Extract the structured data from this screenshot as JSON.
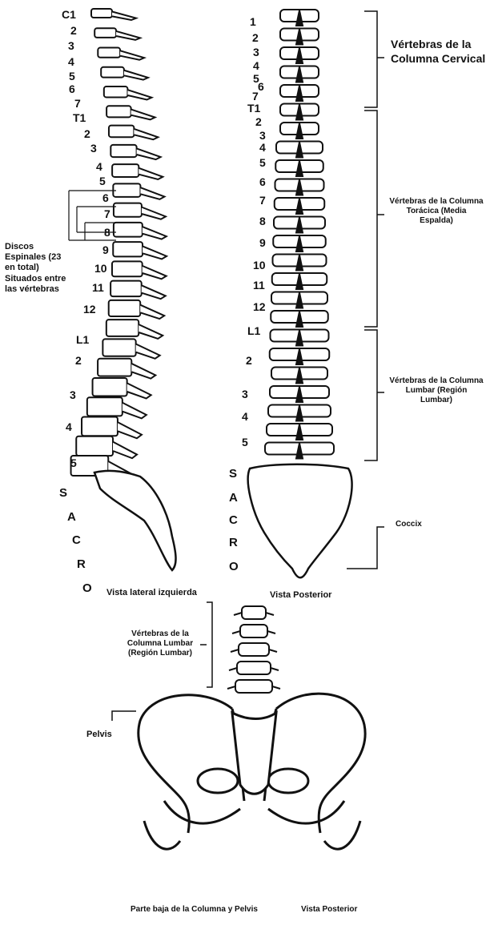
{
  "lateral": {
    "cervical_numbers": [
      "C1",
      "2",
      "3",
      "4",
      "5",
      "6",
      "7"
    ],
    "thoracic_numbers": [
      "T1",
      "2",
      "3",
      "4",
      "5",
      "6",
      "7",
      "8",
      "9",
      "10",
      "11",
      "12"
    ],
    "lumbar_numbers": [
      "L1",
      "2",
      "3",
      "4",
      "5"
    ],
    "sacrum_letters": [
      "S",
      "A",
      "C",
      "R",
      "O"
    ],
    "discs_label": "Discos Espinales (23 en total) Situados entre las vértebras",
    "caption": "Vista lateral izquierda"
  },
  "posterior": {
    "cervical_numbers": [
      "1",
      "2",
      "3",
      "4",
      "5",
      "6",
      "7"
    ],
    "thoracic_numbers": [
      "T1",
      "2",
      "3",
      "4",
      "5",
      "6",
      "7",
      "8",
      "9",
      "10",
      "11",
      "12"
    ],
    "lumbar_numbers": [
      "L1",
      "2",
      "3",
      "4",
      "5"
    ],
    "sacrum_letters": [
      "S",
      "A",
      "C",
      "R",
      "O"
    ],
    "caption": "Vista Posterior",
    "cervical_label": "Vértebras de la Columna Cervical",
    "thoracic_label": "Vértebras de la Columna Torácica (Media Espalda)",
    "lumbar_label": "Vértebras de la Columna Lumbar (Región Lumbar)",
    "coccyx_label": "Coccix"
  },
  "pelvis": {
    "lumbar_label": "Vértebras de la Columna Lumbar (Región Lumbar)",
    "pelvis_label": "Pelvis",
    "caption": "Parte baja de la Columna y Pelvis",
    "view": "Vista Posterior"
  }
}
